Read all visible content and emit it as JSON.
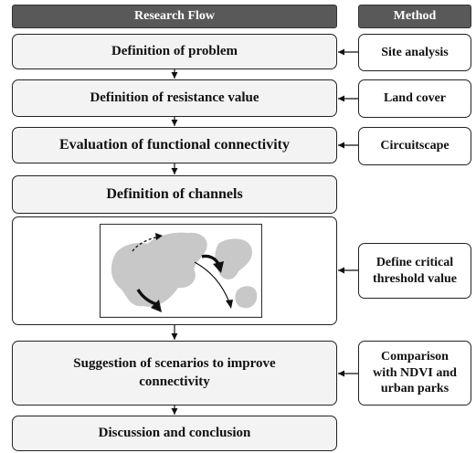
{
  "headers": {
    "research_flow": "Research Flow",
    "method": "Method"
  },
  "flow": {
    "step1": "Definition of problem",
    "step2": "Definition of resistance value",
    "step3": "Evaluation of functional connectivity",
    "step4": "Definition of channels",
    "step6": "Suggestion of scenarios to improve\nconnectivity",
    "step7": "Discussion and conclusion"
  },
  "methods": {
    "m1": "Site analysis",
    "m2": "Land cover",
    "m3": "Circuitscape",
    "m4": "Define critical\nthreshold value",
    "m5": "Comparison\nwith NDVI and\nurban parks"
  },
  "colors": {
    "header_bg": "#595959",
    "box_fill": "#f3f3f3",
    "patch_fill": "#c8c8c8"
  }
}
